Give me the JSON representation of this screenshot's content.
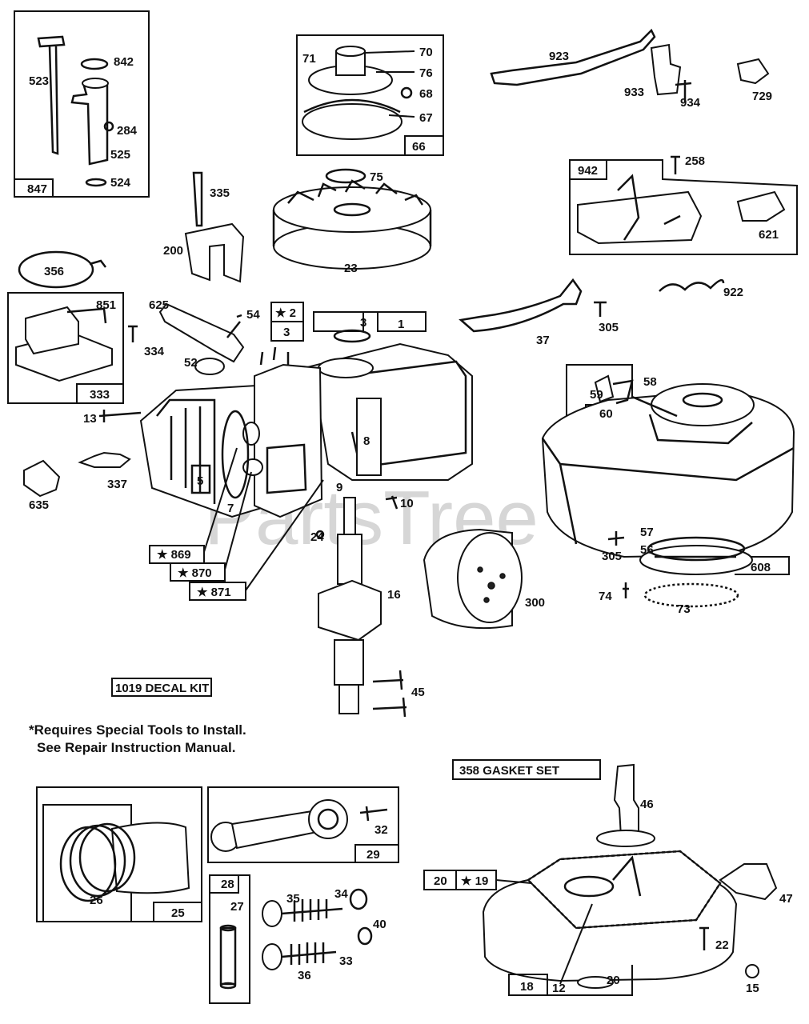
{
  "watermark": {
    "text": "PartsTree",
    "tm": "™"
  },
  "note": {
    "line1": "*Requires Special Tools to Install.",
    "line2": "See Repair Instruction Manual."
  },
  "boxes": {
    "b847": "847",
    "b66": "66",
    "b942": "942",
    "b333": "333",
    "b2": "★ 2",
    "b3": "3",
    "b1": "1",
    "b60": "60",
    "b608": "608",
    "b869": "★ 869",
    "b870": "★ 870",
    "b871": "★ 871",
    "decal": "1019 DECAL KIT",
    "gasket": "358  GASKET SET",
    "b25": "25",
    "b29": "29",
    "b28": "28",
    "b20": "20",
    "b19": "★ 19",
    "b18": "18"
  },
  "labels": {
    "l523": "523",
    "l842": "842",
    "l284": "284",
    "l525": "525",
    "l524": "524",
    "l71": "71",
    "l70": "70",
    "l76": "76",
    "l68": "68",
    "l67": "67",
    "l923": "923",
    "l933": "933",
    "l934": "934",
    "l729": "729",
    "l258": "258",
    "l621": "621",
    "l335": "335",
    "l75": "75",
    "l200": "200",
    "l23": "23",
    "l356": "356",
    "l851": "851",
    "l625": "625",
    "l54": "54",
    "l334": "334",
    "l3b": "3",
    "l52": "52",
    "l37": "37",
    "l305a": "305",
    "l922": "922",
    "l13": "13",
    "l59": "59",
    "l58": "58",
    "l8": "8",
    "l5": "5",
    "l7": "7",
    "l9": "9",
    "l337": "337",
    "l635": "635",
    "l10": "10",
    "l24": "24",
    "l57": "57",
    "l305b": "305",
    "l56": "56",
    "l74": "74",
    "l73": "73",
    "l16": "16",
    "l300": "300",
    "l45": "45",
    "l46": "46",
    "l26": "26",
    "l32": "32",
    "l27": "27",
    "l35": "35",
    "l34": "34",
    "l40": "40",
    "l33": "33",
    "l36": "36",
    "l47": "47",
    "l22": "22",
    "l12": "12",
    "l20b": "20",
    "l15": "15"
  }
}
